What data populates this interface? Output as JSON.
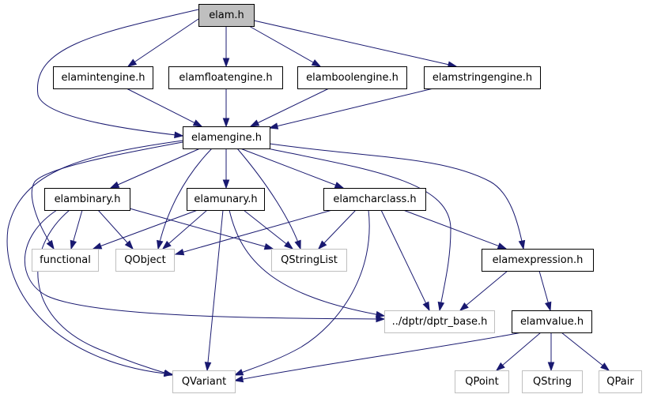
{
  "nodes": [
    {
      "id": "elam_h",
      "label": "elam.h",
      "kind": "main"
    },
    {
      "id": "elamintengine_h",
      "label": "elamintengine.h",
      "kind": "local"
    },
    {
      "id": "elamfloatengine_h",
      "label": "elamfloatengine.h",
      "kind": "local"
    },
    {
      "id": "elamboolengine_h",
      "label": "elamboolengine.h",
      "kind": "local"
    },
    {
      "id": "elamstringengine_h",
      "label": "elamstringengine.h",
      "kind": "local"
    },
    {
      "id": "elamengine_h",
      "label": "elamengine.h",
      "kind": "local"
    },
    {
      "id": "elambinary_h",
      "label": "elambinary.h",
      "kind": "local"
    },
    {
      "id": "elamunary_h",
      "label": "elamunary.h",
      "kind": "local"
    },
    {
      "id": "elamcharclass_h",
      "label": "elamcharclass.h",
      "kind": "local"
    },
    {
      "id": "functional",
      "label": "functional",
      "kind": "external"
    },
    {
      "id": "QObject",
      "label": "QObject",
      "kind": "external"
    },
    {
      "id": "QStringList",
      "label": "QStringList",
      "kind": "external"
    },
    {
      "id": "elamexpression_h",
      "label": "elamexpression.h",
      "kind": "local"
    },
    {
      "id": "dptr_base_h",
      "label": "../dptr/dptr_base.h",
      "kind": "external"
    },
    {
      "id": "elamvalue_h",
      "label": "elamvalue.h",
      "kind": "local"
    },
    {
      "id": "QVariant",
      "label": "QVariant",
      "kind": "external"
    },
    {
      "id": "QPoint",
      "label": "QPoint",
      "kind": "external"
    },
    {
      "id": "QString",
      "label": "QString",
      "kind": "external"
    },
    {
      "id": "QPair",
      "label": "QPair",
      "kind": "external"
    }
  ],
  "edges": [
    {
      "from": "elam_h",
      "to": "elamintengine_h"
    },
    {
      "from": "elam_h",
      "to": "elamfloatengine_h"
    },
    {
      "from": "elam_h",
      "to": "elamboolengine_h"
    },
    {
      "from": "elam_h",
      "to": "elamstringengine_h"
    },
    {
      "from": "elam_h",
      "to": "elamengine_h"
    },
    {
      "from": "elamintengine_h",
      "to": "elamengine_h"
    },
    {
      "from": "elamfloatengine_h",
      "to": "elamengine_h"
    },
    {
      "from": "elamboolengine_h",
      "to": "elamengine_h"
    },
    {
      "from": "elamstringengine_h",
      "to": "elamengine_h"
    },
    {
      "from": "elamengine_h",
      "to": "elambinary_h"
    },
    {
      "from": "elamengine_h",
      "to": "elamunary_h"
    },
    {
      "from": "elamengine_h",
      "to": "elamcharclass_h"
    },
    {
      "from": "elamengine_h",
      "to": "functional"
    },
    {
      "from": "elamengine_h",
      "to": "QObject"
    },
    {
      "from": "elamengine_h",
      "to": "QStringList"
    },
    {
      "from": "elamengine_h",
      "to": "elamexpression_h"
    },
    {
      "from": "elamengine_h",
      "to": "dptr_base_h"
    },
    {
      "from": "elamengine_h",
      "to": "QVariant"
    },
    {
      "from": "elambinary_h",
      "to": "functional"
    },
    {
      "from": "elambinary_h",
      "to": "QObject"
    },
    {
      "from": "elambinary_h",
      "to": "QStringList"
    },
    {
      "from": "elambinary_h",
      "to": "dptr_base_h"
    },
    {
      "from": "elambinary_h",
      "to": "QVariant"
    },
    {
      "from": "elamunary_h",
      "to": "functional"
    },
    {
      "from": "elamunary_h",
      "to": "QObject"
    },
    {
      "from": "elamunary_h",
      "to": "QStringList"
    },
    {
      "from": "elamunary_h",
      "to": "dptr_base_h"
    },
    {
      "from": "elamunary_h",
      "to": "QVariant"
    },
    {
      "from": "elamcharclass_h",
      "to": "QObject"
    },
    {
      "from": "elamcharclass_h",
      "to": "QStringList"
    },
    {
      "from": "elamcharclass_h",
      "to": "elamexpression_h"
    },
    {
      "from": "elamcharclass_h",
      "to": "dptr_base_h"
    },
    {
      "from": "elamcharclass_h",
      "to": "QVariant"
    },
    {
      "from": "elamexpression_h",
      "to": "dptr_base_h"
    },
    {
      "from": "elamexpression_h",
      "to": "elamvalue_h"
    },
    {
      "from": "elamvalue_h",
      "to": "QVariant"
    },
    {
      "from": "elamvalue_h",
      "to": "QPoint"
    },
    {
      "from": "elamvalue_h",
      "to": "QString"
    },
    {
      "from": "elamvalue_h",
      "to": "QPair"
    }
  ],
  "colors": {
    "edge": "#191970",
    "main_fill": "#bfbfbf",
    "local_border": "#000000",
    "external_border": "#bfbfbf"
  }
}
